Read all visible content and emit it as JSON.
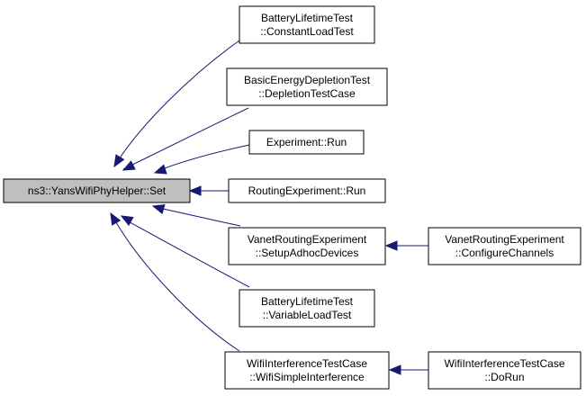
{
  "diagram": {
    "root": {
      "id": "root",
      "lines": [
        "ns3::YansWifiPhyHelper::Set"
      ]
    },
    "callers": [
      {
        "id": "battery-constant",
        "lines": [
          "BatteryLifetimeTest",
          "::ConstantLoadTest"
        ]
      },
      {
        "id": "basic-energy",
        "lines": [
          "BasicEnergyDepletionTest",
          "::DepletionTestCase"
        ]
      },
      {
        "id": "experiment-run",
        "lines": [
          "Experiment::Run"
        ]
      },
      {
        "id": "routing-run",
        "lines": [
          "RoutingExperiment::Run"
        ]
      },
      {
        "id": "vanet-setup",
        "lines": [
          "VanetRoutingExperiment",
          "::SetupAdhocDevices"
        ]
      },
      {
        "id": "battery-variable",
        "lines": [
          "BatteryLifetimeTest",
          "::VariableLoadTest"
        ]
      },
      {
        "id": "wifi-simple",
        "lines": [
          "WifiInterferenceTestCase",
          "::WifiSimpleInterference"
        ]
      }
    ],
    "second_level": [
      {
        "id": "vanet-configure",
        "lines": [
          "VanetRoutingExperiment",
          "::ConfigureChannels"
        ],
        "calls": "vanet-setup"
      },
      {
        "id": "wifi-dorun",
        "lines": [
          "WifiInterferenceTestCase",
          "::DoRun"
        ],
        "calls": "wifi-simple"
      }
    ],
    "colors": {
      "edge": "#191970",
      "root_fill": "#bfbfbf",
      "node_fill": "#ffffff",
      "border": "#000000"
    }
  }
}
